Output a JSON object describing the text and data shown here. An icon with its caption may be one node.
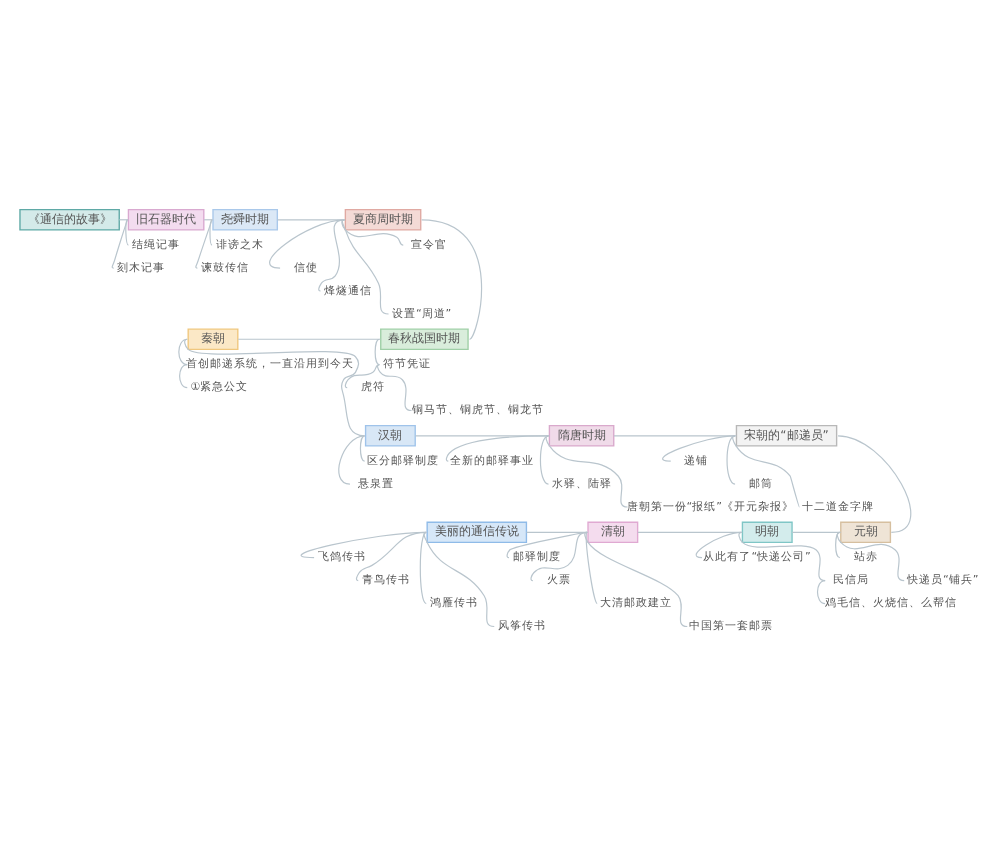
{
  "diagram": {
    "nodes": [
      {
        "text": [
          "《通信的故事》"
        ]
      },
      {
        "text": [
          "旧石器时代"
        ]
      },
      {
        "text": [
          "结绳记事"
        ]
      },
      {
        "text": [
          "刻木记事"
        ]
      },
      {
        "text": [
          "尧舜时期"
        ]
      },
      {
        "text": [
          "诽谤之木"
        ]
      },
      {
        "text": [
          "谏鼓传信"
        ]
      },
      {
        "text": [
          "夏商周时期"
        ]
      },
      {
        "text": [
          "宣令官"
        ]
      },
      {
        "text": [
          "信使"
        ]
      },
      {
        "text": [
          "烽燧通信"
        ]
      },
      {
        "text": [
          "设置“周道”"
        ]
      },
      {
        "text": [
          "春秋战国时期"
        ]
      },
      {
        "text": [
          "符节凭证"
        ]
      },
      {
        "text": [
          "虎符"
        ]
      },
      {
        "text": [
          "铜马节、铜虎节、铜龙节"
        ]
      },
      {
        "text": [
          "秦朝"
        ]
      },
      {
        "text": [
          "首创邮递系统，一直沿用到今天"
        ]
      },
      {
        "text": [
          "①紧急公文"
        ]
      },
      {
        "text": [
          "汉朝"
        ]
      },
      {
        "text": [
          "区分邮驿制度"
        ]
      },
      {
        "text": [
          "悬泉置"
        ]
      },
      {
        "text": [
          "隋唐时期"
        ]
      },
      {
        "text": [
          "全新的邮驿事业"
        ]
      },
      {
        "text": [
          "水驿、陆驿"
        ]
      },
      {
        "text": [
          "唐朝第一份“报纸”《开元杂报》"
        ]
      },
      {
        "text": [
          "宋朝的“邮递员”"
        ]
      },
      {
        "text": [
          "递铺"
        ]
      },
      {
        "text": [
          "邮筒"
        ]
      },
      {
        "text": [
          "十二道金字牌"
        ]
      },
      {
        "text": [
          "元朝"
        ]
      },
      {
        "text": [
          "站赤"
        ]
      },
      {
        "text": [
          "快递员“铺兵”"
        ]
      },
      {
        "text": [
          "明朝"
        ]
      },
      {
        "text": [
          "从此有了“快递公司”"
        ]
      },
      {
        "text": [
          "民信局"
        ]
      },
      {
        "text": [
          "鸡毛信、火烧信、么帮信"
        ]
      },
      {
        "text": [
          "清朝"
        ]
      },
      {
        "text": [
          "邮驿制度"
        ]
      },
      {
        "text": [
          "火票"
        ]
      },
      {
        "text": [
          "大清邮政建立"
        ]
      },
      {
        "text": [
          "中国第一套邮票"
        ]
      },
      {
        "text": [
          "美丽的通信传说"
        ]
      },
      {
        "text": [
          "飞鸽传书"
        ]
      },
      {
        "text": [
          "青鸟传书"
        ]
      },
      {
        "text": [
          "鸿雁传书"
        ]
      },
      {
        "text": [
          "风筝传书"
        ]
      }
    ],
    "edges": [
      {
        "from": 0,
        "to": 1,
        "arrow": "none"
      },
      {
        "from": 1,
        "to": 2,
        "arrow": "none"
      },
      {
        "from": 1,
        "to": 3,
        "arrow": "none"
      },
      {
        "from": 1,
        "to": 4,
        "arrow": "none"
      },
      {
        "from": 4,
        "to": 5,
        "arrow": "none"
      },
      {
        "from": 4,
        "to": 6,
        "arrow": "none"
      },
      {
        "from": 4,
        "to": 7,
        "arrow": "none"
      },
      {
        "from": 7,
        "to": 8,
        "arrow": "none"
      },
      {
        "from": 7,
        "to": 9,
        "arrow": "none"
      },
      {
        "from": 7,
        "to": 10,
        "arrow": "none"
      },
      {
        "from": 7,
        "to": 11,
        "arrow": "none"
      },
      {
        "from": 7,
        "to": 12,
        "arrow": "none"
      },
      {
        "from": 12,
        "to": 13,
        "arrow": "none"
      },
      {
        "from": 13,
        "to": 14,
        "arrow": "none"
      },
      {
        "from": 13,
        "to": 15,
        "arrow": "none"
      },
      {
        "from": 16,
        "to": 12,
        "arrow": "none"
      },
      {
        "from": 16,
        "to": 17,
        "arrow": "none"
      },
      {
        "from": 17,
        "to": 18,
        "arrow": "none"
      },
      {
        "from": 16,
        "to": 19,
        "arrow": "none"
      },
      {
        "from": 19,
        "to": 20,
        "arrow": "none"
      },
      {
        "from": 19,
        "to": 21,
        "arrow": "none"
      },
      {
        "from": 19,
        "to": 22,
        "arrow": "none"
      },
      {
        "from": 22,
        "to": 23,
        "arrow": "none"
      },
      {
        "from": 22,
        "to": 24,
        "arrow": "none"
      },
      {
        "from": 22,
        "to": 25,
        "arrow": "none"
      },
      {
        "from": 22,
        "to": 26,
        "arrow": "none"
      },
      {
        "from": 26,
        "to": 27,
        "arrow": "none"
      },
      {
        "from": 26,
        "to": 28,
        "arrow": "none"
      },
      {
        "from": 26,
        "to": 29,
        "arrow": "none"
      },
      {
        "from": 26,
        "to": 30,
        "arrow": "none"
      },
      {
        "from": 30,
        "to": 31,
        "arrow": "none"
      },
      {
        "from": 30,
        "to": 32,
        "arrow": "none"
      },
      {
        "from": 33,
        "to": 30,
        "arrow": "none"
      },
      {
        "from": 33,
        "to": 34,
        "arrow": "none"
      },
      {
        "from": 33,
        "to": 35,
        "arrow": "none"
      },
      {
        "from": 35,
        "to": 36,
        "arrow": "none"
      },
      {
        "from": 37,
        "to": 33,
        "arrow": "none"
      },
      {
        "from": 37,
        "to": 38,
        "arrow": "none"
      },
      {
        "from": 37,
        "to": 39,
        "arrow": "none"
      },
      {
        "from": 37,
        "to": 40,
        "arrow": "none"
      },
      {
        "from": 37,
        "to": 41,
        "arrow": "none"
      },
      {
        "from": 42,
        "to": 37,
        "arrow": "none"
      },
      {
        "from": 42,
        "to": 43,
        "arrow": "none"
      },
      {
        "from": 42,
        "to": 44,
        "arrow": "none"
      },
      {
        "from": 42,
        "to": 45,
        "arrow": "none"
      },
      {
        "from": 42,
        "to": 46,
        "arrow": "none"
      }
    ]
  }
}
